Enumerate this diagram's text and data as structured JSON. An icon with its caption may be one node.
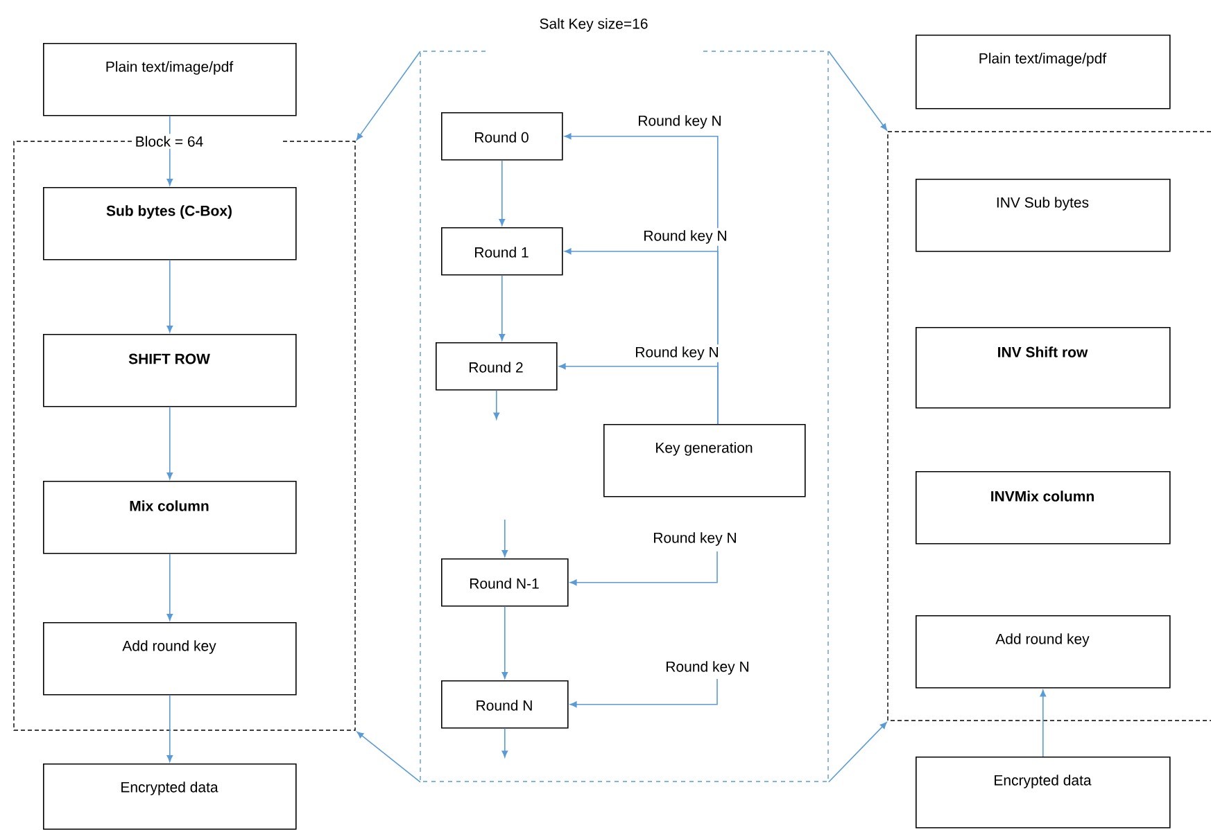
{
  "diagram": {
    "nodes": [
      {
        "text": [
          "Block = 64"
        ]
      },
      {
        "text": [
          "Plain text/image/pdf"
        ]
      },
      {
        "text": [
          "Sub bytes (C-Box)"
        ],
        "in": 0
      },
      {
        "text": [
          "SHIFT ROW"
        ],
        "in": 0
      },
      {
        "text": [
          "Mix column"
        ],
        "in": 0
      },
      {
        "text": [
          "Add round key"
        ],
        "in": 0
      },
      {
        "text": [
          "Encrypted data"
        ]
      },
      {
        "text": [
          "Salt Key size=16"
        ]
      },
      {
        "text": [
          "Round 0"
        ],
        "in": 7
      },
      {
        "text": [
          "Round 1"
        ],
        "in": 7
      },
      {
        "text": [
          "Round 2"
        ],
        "in": 7
      },
      {
        "text": [
          "Key generation"
        ],
        "in": 7
      },
      {
        "text": [
          "Round N-1"
        ],
        "in": 7
      },
      {
        "text": [
          "Round  N"
        ],
        "in": 7
      },
      {
        "text": [],
        "shape": "box"
      },
      {
        "text": [
          "Plain text/image/pdf"
        ]
      },
      {
        "text": [
          "INV Sub bytes"
        ],
        "in": 14
      },
      {
        "text": [
          "INV Shift row"
        ],
        "in": 14
      },
      {
        "text": [
          "INVMix column"
        ],
        "in": 14
      },
      {
        "text": [
          "Add round key"
        ],
        "in": 14
      },
      {
        "text": [
          "Encrypted data"
        ]
      }
    ],
    "edges": [
      {
        "from": 1,
        "to": 2,
        "arrow": "to"
      },
      {
        "from": 2,
        "to": 3,
        "arrow": "to"
      },
      {
        "from": 3,
        "to": 4,
        "arrow": "to"
      },
      {
        "from": 4,
        "to": 5,
        "arrow": "to"
      },
      {
        "from": 5,
        "to": 6,
        "arrow": "to"
      },
      {
        "from": 7,
        "to": 0,
        "arrow": "to"
      },
      {
        "from": 7,
        "to": 0,
        "arrow": "to"
      },
      {
        "from": 7,
        "to": 14,
        "arrow": "to"
      },
      {
        "from": 7,
        "to": 14,
        "arrow": "to"
      },
      {
        "from": 8,
        "to": 9,
        "arrow": "to"
      },
      {
        "from": 9,
        "to": 10,
        "arrow": "to"
      },
      {
        "from": 10,
        "to": null,
        "arrow": "to"
      },
      {
        "from": null,
        "to": 12,
        "arrow": "to"
      },
      {
        "from": 12,
        "to": 13,
        "arrow": "to"
      },
      {
        "from": 13,
        "to": null,
        "arrow": "to"
      },
      {
        "from": 11,
        "to": 8,
        "arrow": "to",
        "label": "Round key N"
      },
      {
        "from": 11,
        "to": 9,
        "arrow": "to",
        "label": "Round key N"
      },
      {
        "from": 11,
        "to": 10,
        "arrow": "to",
        "label": "Round key N"
      },
      {
        "from": null,
        "to": 12,
        "arrow": "to",
        "label": "Round key N"
      },
      {
        "from": null,
        "to": 13,
        "arrow": "to",
        "label": "Round key N"
      },
      {
        "from": 20,
        "to": 19,
        "arrow": "to"
      }
    ]
  }
}
